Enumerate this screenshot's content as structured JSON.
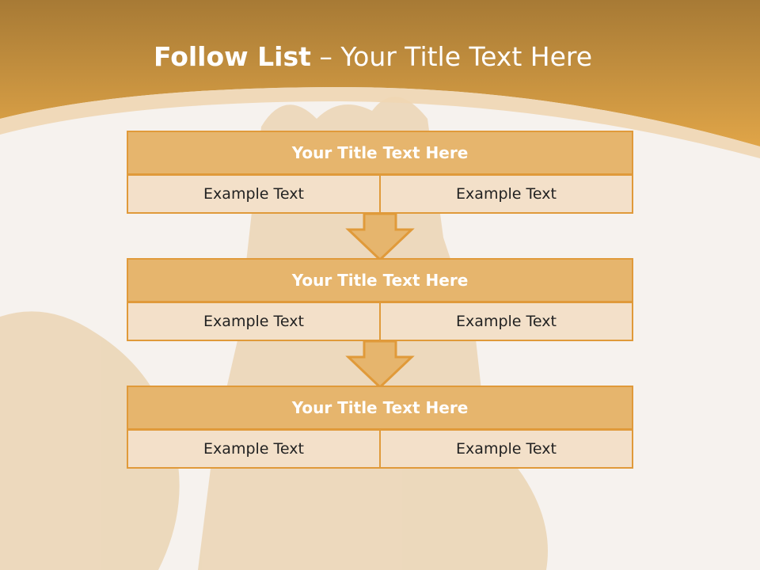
{
  "title": {
    "bold": "Follow List",
    "rest": " – Your Title Text Here"
  },
  "blocks": [
    {
      "heading": "Your Title Text Here",
      "left": "Example Text",
      "right": "Example Text"
    },
    {
      "heading": "Your Title Text Here",
      "left": "Example Text",
      "right": "Example Text"
    },
    {
      "heading": "Your Title Text Here",
      "left": "Example Text",
      "right": "Example Text"
    }
  ],
  "colors": {
    "header_band": "#d99b3e",
    "background": "#f6f2ee",
    "box_header": "#e6b56d",
    "box_cell": "#f3e0c9",
    "border": "#e09a3a"
  }
}
